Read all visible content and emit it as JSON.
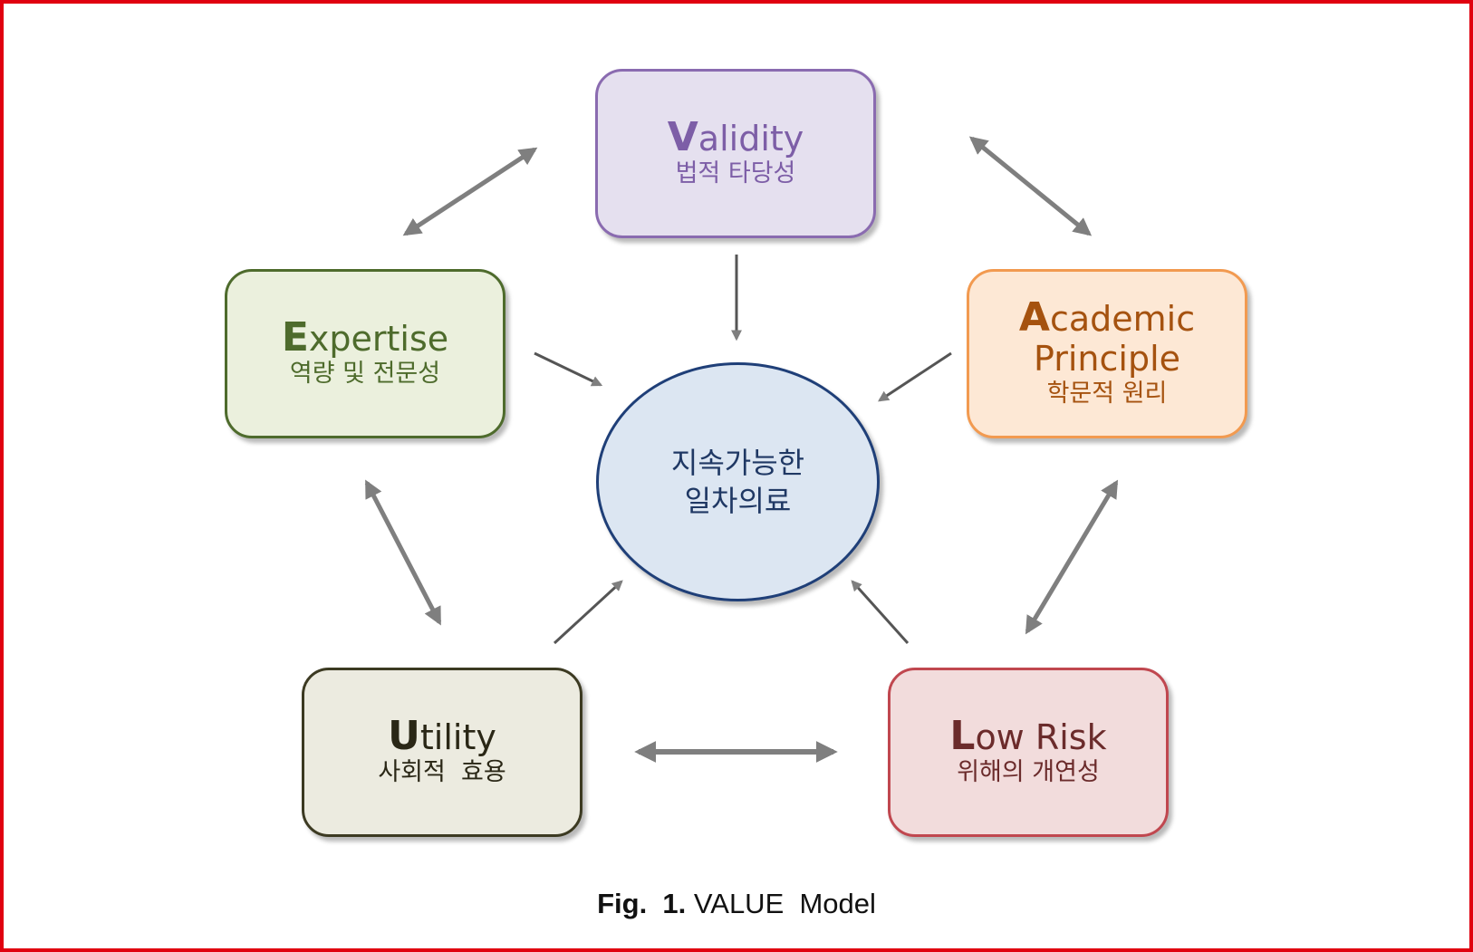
{
  "nodes": {
    "validity": {
      "cap": "V",
      "rest": "alidity",
      "ko": "법적 타당성"
    },
    "expertise": {
      "cap": "E",
      "rest": "xpertise",
      "ko": "역량 및 전문성"
    },
    "academic": {
      "cap": "A",
      "rest": "cademic",
      "line2": "Principle",
      "ko": "학문적 원리"
    },
    "utility": {
      "cap": "U",
      "rest": "tility",
      "ko": "사회적  효용"
    },
    "lowrisk": {
      "cap": "L",
      "rest": "ow Risk",
      "ko": "위해의 개연성"
    }
  },
  "center": {
    "line1": "지속가능한",
    "line2": "일차의료"
  },
  "caption": {
    "fig": "Fig.  1.",
    "title": "VALUE  Model"
  },
  "colors": {
    "frame": "#e0000f",
    "arrow": "#7f7f7f",
    "validity_fill": "#e5e0ef",
    "expertise_fill": "#ebf0dd",
    "academic_fill": "#fde8d5",
    "utility_fill": "#ecebe0",
    "lowrisk_fill": "#f2dcdc",
    "center_fill": "#dce6f2"
  }
}
